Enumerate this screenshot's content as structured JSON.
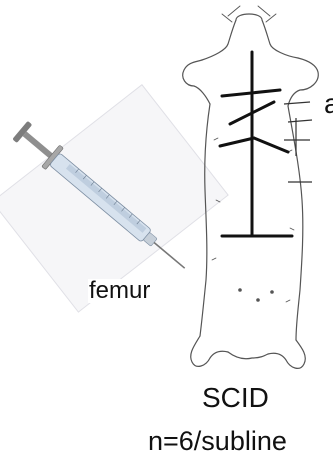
{
  "labels": {
    "top_fragment": "a",
    "injection_site": "femur",
    "strain": "SCID",
    "sample_size": "n=6/subline"
  },
  "icons": {
    "syringe": "syringe-icon",
    "mouse": "mouse-outline-icon"
  },
  "colors": {
    "ink": "#111111",
    "sketch": "#555555",
    "photo_bg": "#f6f6f8",
    "barrel": "#b9c9db",
    "plunger": "#8f8f8f"
  }
}
